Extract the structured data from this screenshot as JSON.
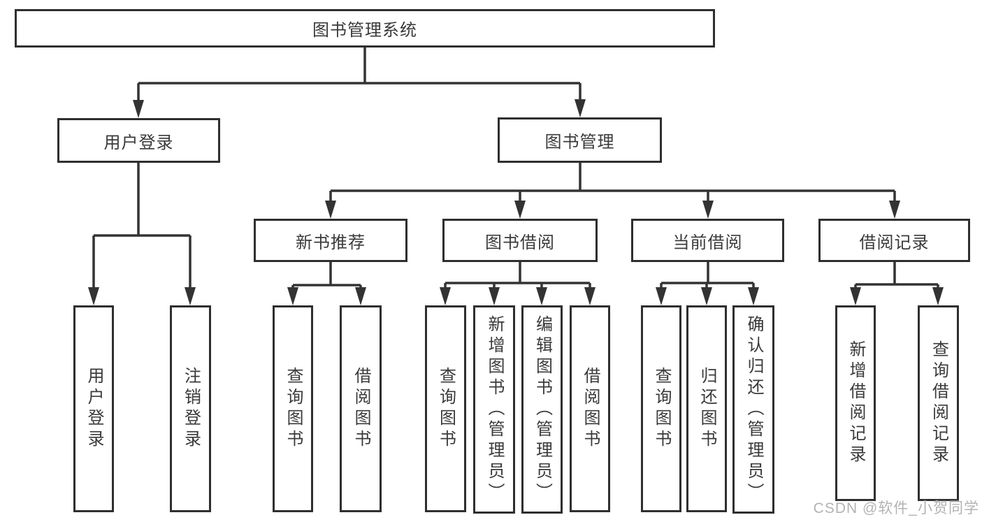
{
  "root": {
    "label": "图书管理系统"
  },
  "level2": {
    "user_login": "用户登录",
    "book_mgmt": "图书管理"
  },
  "level3": {
    "new_book": "新书推荐",
    "borrow": "图书借阅",
    "current": "当前借阅",
    "records": "借阅记录"
  },
  "leaves": {
    "user_login": [
      "用户登录",
      "注销登录"
    ],
    "new_book": [
      "查询图书",
      "借阅图书"
    ],
    "borrow": [
      "查询图书",
      "新增图书（管理员）",
      "编辑图书（管理员）",
      "借阅图书"
    ],
    "current": [
      "查询图书",
      "归还图书",
      "确认归还（管理员）"
    ],
    "records": [
      "新增借阅记录",
      "查询借阅记录"
    ]
  },
  "watermark": {
    "text": "CSDN @软件_小贺同学"
  },
  "colors": {
    "line": "#333333",
    "text": "#3a3a3a",
    "border": "#2f2f2f",
    "watermark": "#b3b3b3",
    "background": "#ffffff"
  }
}
